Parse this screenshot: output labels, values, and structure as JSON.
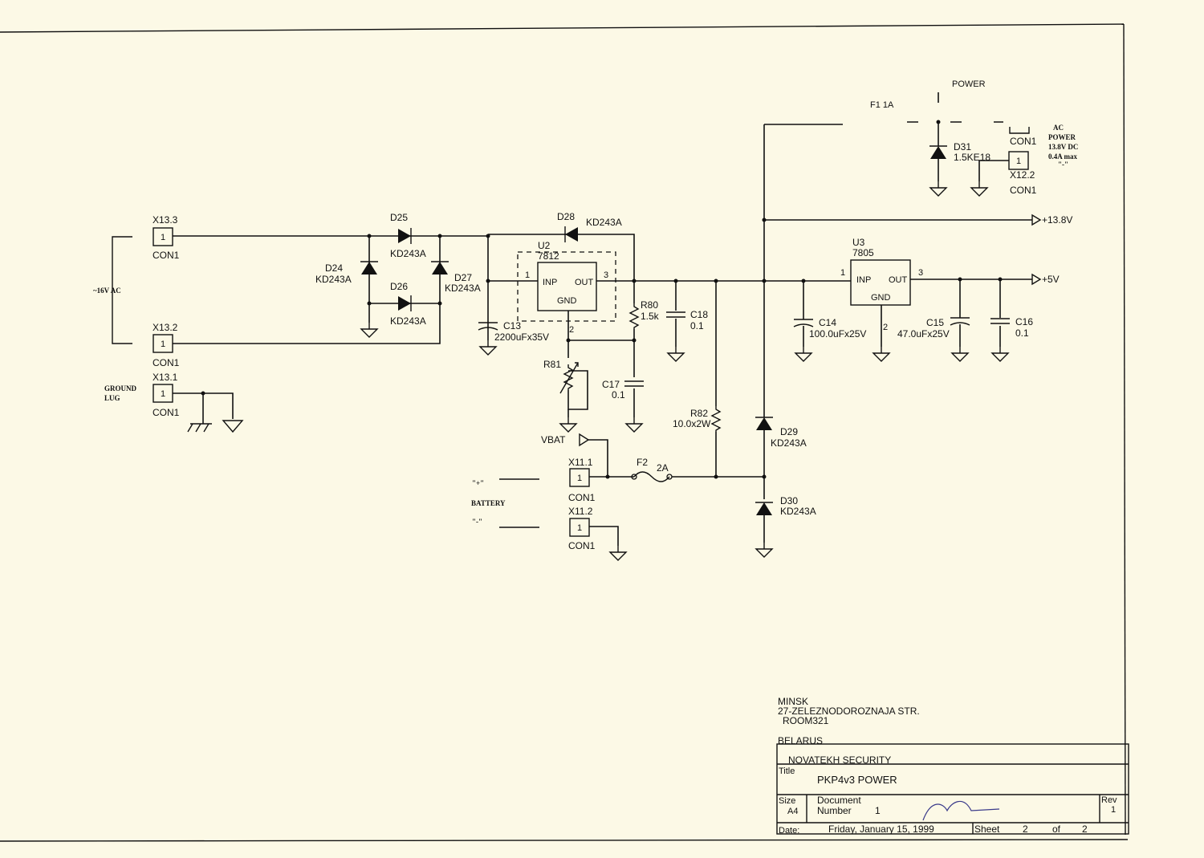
{
  "sheet": {
    "paper_color": "#fcf9e6",
    "ink_color": "#111111"
  },
  "labels": {
    "ac_input": "~16V AC",
    "ground_lug_1": "GROUND",
    "ground_lug_2": "LUG",
    "battery": "BATTERY",
    "batt_plus": "\"+\"",
    "batt_minus": "\"-\"",
    "vbat": "VBAT",
    "out_13_8": "+13.8V",
    "out_5": "+5V",
    "ac_power_1": "AC",
    "ac_power_2": "POWER",
    "ac_power_3": "13.8V DC",
    "ac_power_4": "0.4A max",
    "ac_power_5": "\"-\"",
    "f1_partial": "F1  1A",
    "power_partial": "POWER"
  },
  "connectors": [
    {
      "ref": "X13.3",
      "type": "CON1",
      "pin": "1"
    },
    {
      "ref": "X13.2",
      "type": "CON1",
      "pin": "1"
    },
    {
      "ref": "X13.1",
      "type": "CON1",
      "pin": "1"
    },
    {
      "ref": "X11.1",
      "type": "CON1",
      "pin": "1"
    },
    {
      "ref": "X11.2",
      "type": "CON1",
      "pin": "1"
    },
    {
      "ref": "X12.2",
      "type": "CON1",
      "pin": "1"
    },
    {
      "ref": "",
      "type": "CON1",
      "pin": ""
    }
  ],
  "diodes": [
    {
      "ref": "D24",
      "value": "KD243A"
    },
    {
      "ref": "D25",
      "value": "KD243A"
    },
    {
      "ref": "D26",
      "value": "KD243A"
    },
    {
      "ref": "D27",
      "value": "KD243A"
    },
    {
      "ref": "D28",
      "value": "KD243A"
    },
    {
      "ref": "D29",
      "value": "KD243A"
    },
    {
      "ref": "D30",
      "value": "KD243A"
    },
    {
      "ref": "D31",
      "value": "1.5KE18"
    }
  ],
  "regulators": [
    {
      "ref": "U2",
      "part": "7812",
      "inp": "INP",
      "out": "OUT",
      "gnd": "GND",
      "pin1": "1",
      "pin2": "2",
      "pin3": "3"
    },
    {
      "ref": "U3",
      "part": "7805",
      "inp": "INP",
      "out": "OUT",
      "gnd": "GND",
      "pin1": "1",
      "pin2": "2",
      "pin3": "3"
    }
  ],
  "capacitors": [
    {
      "ref": "C13",
      "value": "2200uFx35V"
    },
    {
      "ref": "C14",
      "value": "100.0uFx25V"
    },
    {
      "ref": "C15",
      "value": "47.0uFx25V"
    },
    {
      "ref": "C16",
      "value": "0.1"
    },
    {
      "ref": "C17",
      "value": "0.1"
    },
    {
      "ref": "C18",
      "value": "0.1"
    }
  ],
  "resistors": [
    {
      "ref": "R80",
      "value": "1.5k"
    },
    {
      "ref": "R81",
      "value": ""
    },
    {
      "ref": "R82",
      "value": "10.0x2W"
    }
  ],
  "fuse": {
    "ref": "F2",
    "value": "2A"
  },
  "address": {
    "line1": "MINSK",
    "line2": "27-ZELEZNODOROZNAJA STR.",
    "line3": "ROOM321",
    "line4": "BELARUS"
  },
  "title_block": {
    "company": "NOVATEKH SECURITY",
    "title_label": "Title",
    "title": "PKP4v3  POWER",
    "size_label": "Size",
    "size": "A4",
    "doc_label_1": "Document",
    "doc_label_2": "Number",
    "doc_number": "1",
    "rev_label": "Rev",
    "rev": "1",
    "date_label": "Date:",
    "date": "Friday, January 15, 1999",
    "sheet_label": "Sheet",
    "sheet_no": "2",
    "of_label": "of",
    "sheet_total": "2"
  }
}
